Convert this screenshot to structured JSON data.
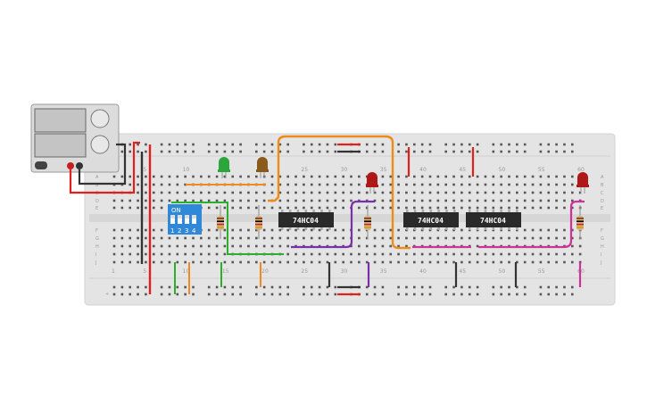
{
  "breadboard": {
    "column_numbers": [
      "1",
      "5",
      "10",
      "15",
      "20",
      "25",
      "30",
      "35",
      "40",
      "45",
      "50",
      "55",
      "60"
    ],
    "row_letters_top": [
      "A",
      "B",
      "C",
      "D",
      "E"
    ],
    "row_letters_bottom": [
      "F",
      "G",
      "H",
      "I",
      "J"
    ],
    "rail_plus": "+",
    "rail_minus": "−"
  },
  "power_supply": {
    "knob_labels": [
      "",
      ""
    ]
  },
  "dip_switch": {
    "on_label": "ON",
    "switch_numbers": [
      "1",
      "2",
      "3",
      "4"
    ],
    "color": "#2f88d8"
  },
  "chips": [
    {
      "label": "74HC04"
    },
    {
      "label": "74HC04"
    },
    {
      "label": "74HC04"
    }
  ],
  "leds": [
    {
      "color": "#2aa63a"
    },
    {
      "color": "#8a5a1a"
    },
    {
      "color": "#b01818"
    },
    {
      "color": "#b01818"
    }
  ],
  "wire_colors": {
    "red": "#e0201c",
    "black": "#333333",
    "orange": "#f08a1a",
    "green": "#2ab02a",
    "purple": "#7a30a8",
    "magenta": "#d0309a"
  }
}
